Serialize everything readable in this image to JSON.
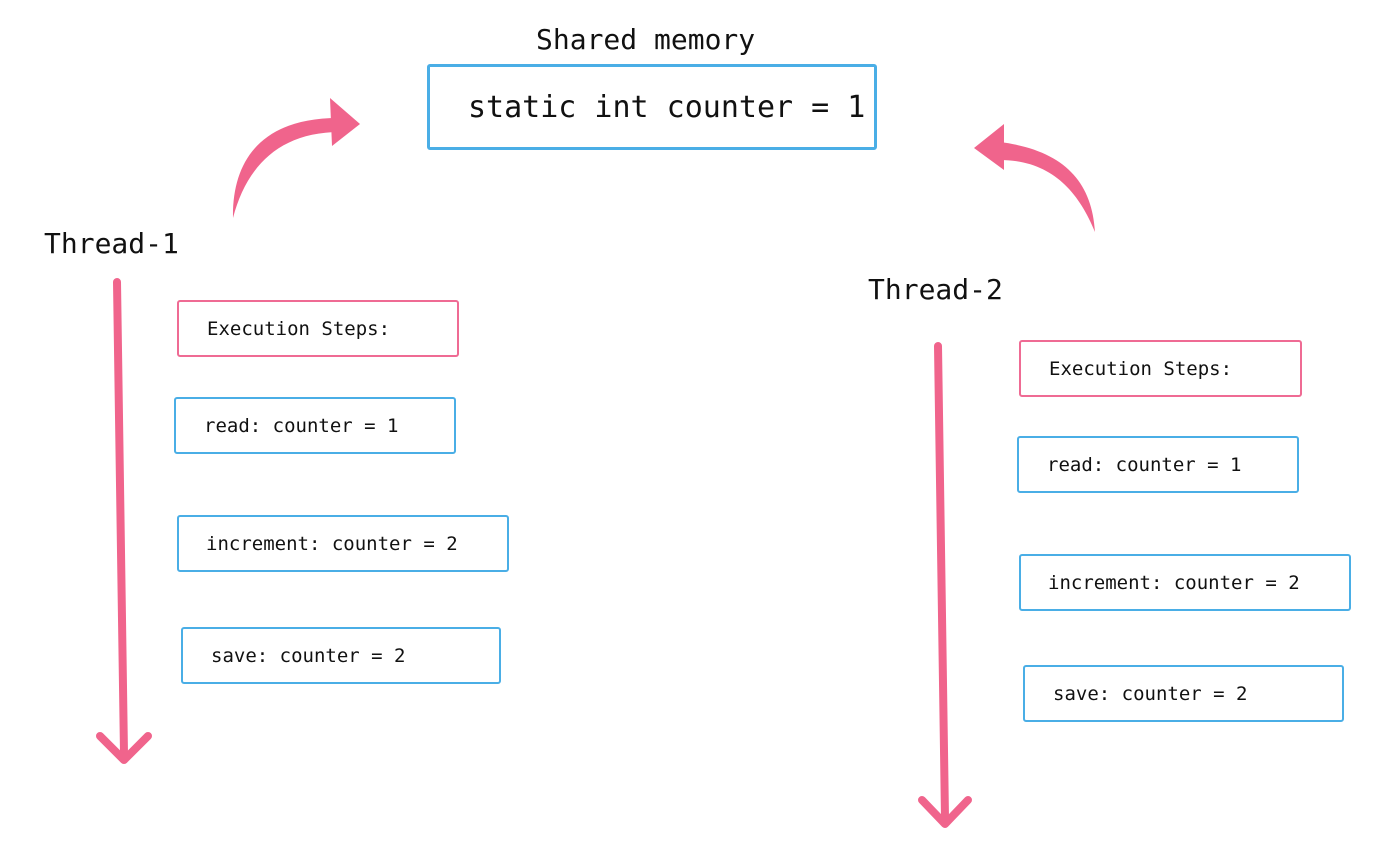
{
  "shared_memory": {
    "title": "Shared memory",
    "code": "static int counter = 1"
  },
  "threads": [
    {
      "name": "Thread-1",
      "steps_header": "Execution Steps:",
      "steps": [
        "read: counter = 1",
        "increment: counter = 2",
        "save: counter = 2"
      ]
    },
    {
      "name": "Thread-2",
      "steps_header": "Execution Steps:",
      "steps": [
        "read: counter = 1",
        "increment: counter = 2",
        "save: counter = 2"
      ]
    }
  ],
  "colors": {
    "arrow": "#f0648c",
    "box_blue": "#4aaee6",
    "box_pink": "#ef6b94"
  }
}
